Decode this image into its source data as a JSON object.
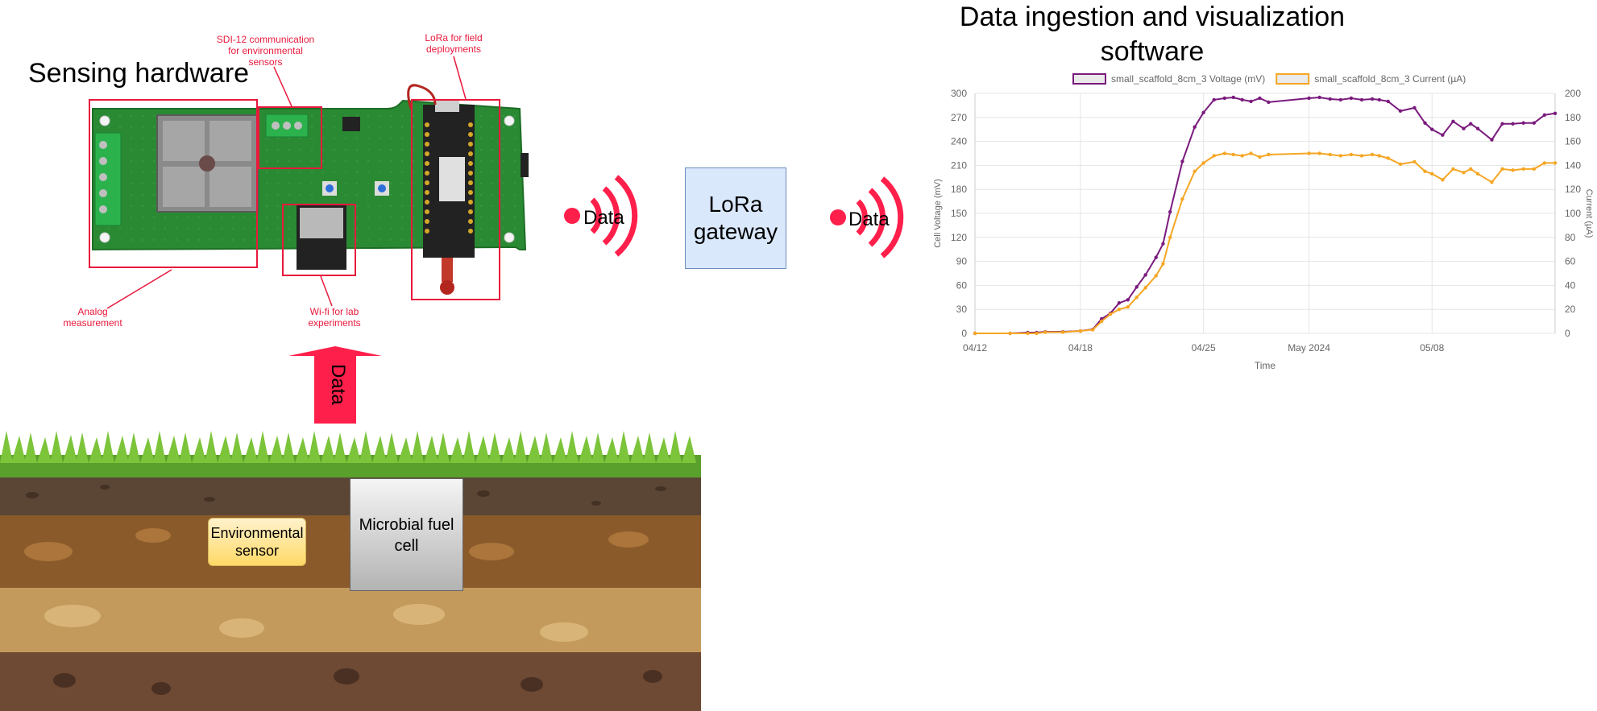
{
  "sensing": {
    "title": "Sensing hardware",
    "labels": {
      "sdi12": "SDI-12 communication for environmental sensors",
      "lora": "LoRa for field deployments",
      "analog": "Analog measurement",
      "wifi": "Wi-fi for lab experiments"
    }
  },
  "flow": {
    "data_up": "Data",
    "data_1": "Data",
    "data_2": "Data",
    "gateway": "LoRa gateway"
  },
  "soil": {
    "env_sensor": "Environmental sensor",
    "mfc": "Microbial fuel cell"
  },
  "software": {
    "title": "Data ingestion and visualization software"
  },
  "colors": {
    "accent_red": "#e8193c",
    "voltage": "#7a1a7d",
    "current": "#f5a623",
    "gateway_fill": "#dae8fc"
  },
  "chart_data": {
    "type": "line",
    "xlabel": "Time",
    "ylabel": "Cell Voltage (mV)",
    "y2label": "Current (µA)",
    "ylim": [
      0,
      300
    ],
    "y2lim": [
      0,
      200
    ],
    "yticks": [
      0,
      30,
      60,
      90,
      120,
      150,
      180,
      210,
      240,
      270,
      300
    ],
    "y2ticks": [
      0,
      20,
      40,
      60,
      80,
      100,
      120,
      140,
      160,
      180,
      200
    ],
    "xlim": [
      "2024-04-12",
      "2024-05-15"
    ],
    "xticks": [
      {
        "label": "04/12",
        "date": "2024-04-12"
      },
      {
        "label": "04/18",
        "date": "2024-04-18"
      },
      {
        "label": "04/25",
        "date": "2024-04-25"
      },
      {
        "label": "May 2024",
        "date": "2024-05-01"
      },
      {
        "label": "05/08",
        "date": "2024-05-08"
      }
    ],
    "grid": true,
    "legend_position": "top",
    "series": [
      {
        "name": "small_scaffold_8cm_3 Voltage (mV)",
        "axis": "left",
        "color": "#7a1a7d",
        "x": [
          "2024-04-12",
          "2024-04-14",
          "2024-04-15",
          "2024-04-15.5",
          "2024-04-16",
          "2024-04-17",
          "2024-04-18",
          "2024-04-18.7",
          "2024-04-19.2",
          "2024-04-19.7",
          "2024-04-20.2",
          "2024-04-20.7",
          "2024-04-21.2",
          "2024-04-21.7",
          "2024-04-22.3",
          "2024-04-22.7",
          "2024-04-23.1",
          "2024-04-23.8",
          "2024-04-24.5",
          "2024-04-25",
          "2024-04-25.6",
          "2024-04-26.2",
          "2024-04-26.7",
          "2024-04-27.2",
          "2024-04-27.7",
          "2024-04-28.2",
          "2024-04-28.7",
          "2024-05-01",
          "2024-05-01.6",
          "2024-05-02.2",
          "2024-05-02.8",
          "2024-05-03.4",
          "2024-05-04",
          "2024-05-04.6",
          "2024-05-05",
          "2024-05-05.5",
          "2024-05-06.2",
          "2024-05-07",
          "2024-05-07.6",
          "2024-05-08",
          "2024-05-08.6",
          "2024-05-09.2",
          "2024-05-09.8",
          "2024-05-10.2",
          "2024-05-10.6",
          "2024-05-11.4",
          "2024-05-12",
          "2024-05-12.6",
          "2024-05-13.2",
          "2024-05-13.8",
          "2024-05-14.4",
          "2024-05-15"
        ],
        "y": [
          0,
          0,
          1,
          1,
          2,
          2,
          3,
          5,
          18,
          25,
          38,
          42,
          58,
          73,
          95,
          112,
          152,
          215,
          258,
          276,
          292,
          294,
          295,
          292,
          290,
          294,
          289,
          294,
          295,
          293,
          292,
          294,
          292,
          293,
          292,
          290,
          278,
          282,
          263,
          255,
          248,
          265,
          256,
          262,
          256,
          242,
          262,
          262,
          263,
          263,
          273,
          275
        ]
      },
      {
        "name": "small_scaffold_8cm_3 Current (µA)",
        "axis": "right",
        "color": "#f5a623",
        "x": [
          "2024-04-12",
          "2024-04-14",
          "2024-04-15",
          "2024-04-15.5",
          "2024-04-16",
          "2024-04-17",
          "2024-04-18",
          "2024-04-18.7",
          "2024-04-19.2",
          "2024-04-19.7",
          "2024-04-20.2",
          "2024-04-20.7",
          "2024-04-21.2",
          "2024-04-21.7",
          "2024-04-22.3",
          "2024-04-22.7",
          "2024-04-23.1",
          "2024-04-23.8",
          "2024-04-24.5",
          "2024-04-25",
          "2024-04-25.6",
          "2024-04-26.2",
          "2024-04-26.7",
          "2024-04-27.2",
          "2024-04-27.7",
          "2024-04-28.2",
          "2024-04-28.7",
          "2024-05-01",
          "2024-05-01.6",
          "2024-05-02.2",
          "2024-05-02.8",
          "2024-05-03.4",
          "2024-05-04",
          "2024-05-04.6",
          "2024-05-05",
          "2024-05-05.5",
          "2024-05-06.2",
          "2024-05-07",
          "2024-05-07.6",
          "2024-05-08",
          "2024-05-08.6",
          "2024-05-09.2",
          "2024-05-09.8",
          "2024-05-10.2",
          "2024-05-10.6",
          "2024-05-11.4",
          "2024-05-12",
          "2024-05-12.6",
          "2024-05-13.2",
          "2024-05-13.8",
          "2024-05-14.4",
          "2024-05-15"
        ],
        "y": [
          0,
          0,
          0,
          0,
          1,
          1,
          2,
          3,
          10,
          16,
          20,
          22,
          30,
          38,
          48,
          58,
          80,
          112,
          135,
          142,
          148,
          150,
          149,
          148,
          150,
          147,
          149,
          150,
          150,
          149,
          148,
          149,
          148,
          149,
          148,
          146,
          141,
          143,
          135,
          133,
          128,
          137,
          134,
          137,
          133,
          126,
          137,
          136,
          137,
          137,
          142,
          142
        ]
      }
    ]
  }
}
